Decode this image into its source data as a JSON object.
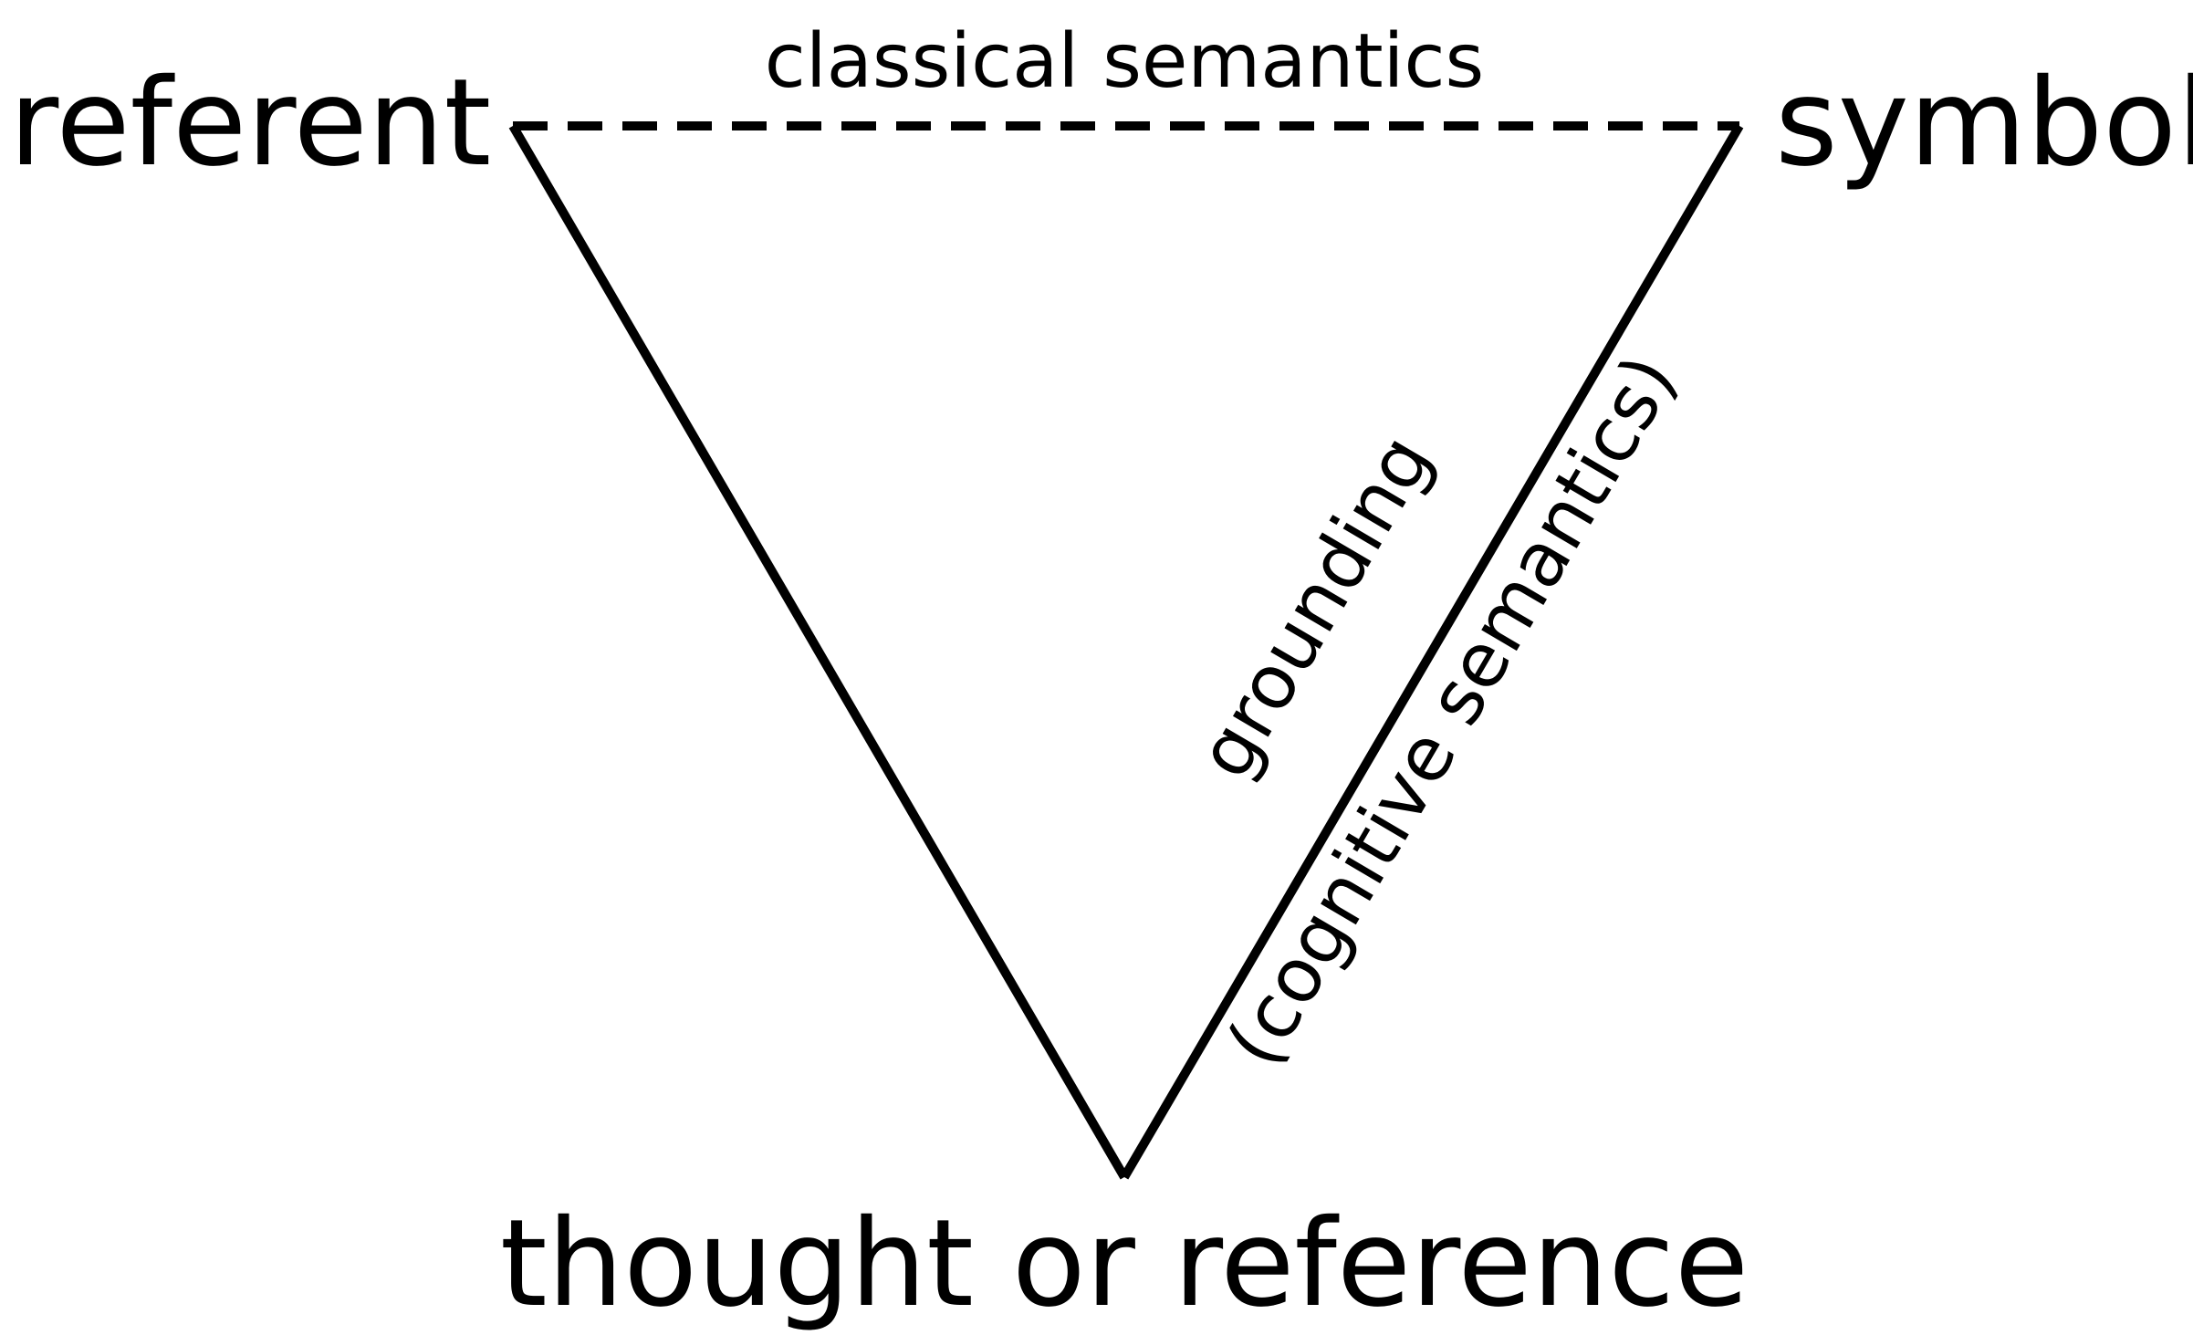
{
  "nodes": {
    "referent": "referent",
    "symbol": "symbol",
    "thought": "thought or reference"
  },
  "edges": {
    "top_label": "classical semantics",
    "right_label_line1": "grounding",
    "right_label_line2": "(cognitive semantics)"
  },
  "colors": {
    "ink": "#000000",
    "background": "#ffffff"
  }
}
